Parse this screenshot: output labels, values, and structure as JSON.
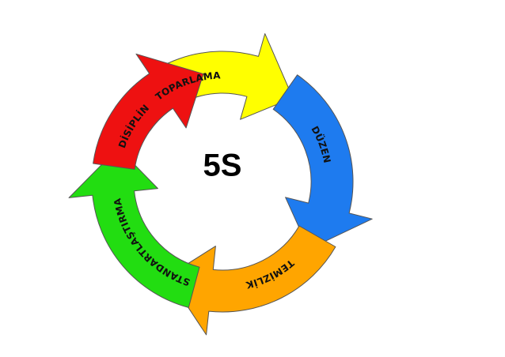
{
  "diagram": {
    "center_label": "5S",
    "segments": [
      {
        "id": "toparlama",
        "label": "TOPARLAMA",
        "color": "#FFFF00"
      },
      {
        "id": "duzen",
        "label": "DÜZEN",
        "color": "#1E7BEF"
      },
      {
        "id": "temizlik",
        "label": "TEMİZLİK",
        "color": "#FFA500"
      },
      {
        "id": "standartlastirma",
        "label": "STANDARTLAŞTIRMA",
        "color": "#22DD11"
      },
      {
        "id": "disiplin",
        "label": "DİSİPLİN",
        "color": "#EE1111"
      }
    ]
  }
}
